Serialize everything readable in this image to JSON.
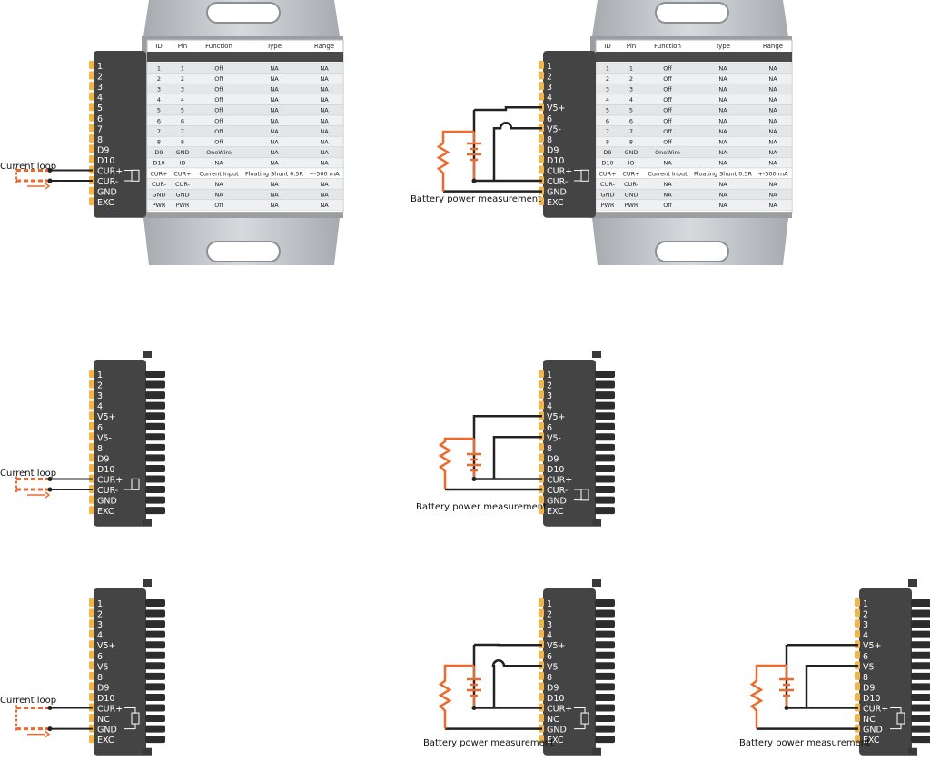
{
  "pin_labels_v1": [
    "1",
    "2",
    "3",
    "4",
    "5",
    "6",
    "7",
    "8",
    "D9",
    "D10",
    "CUR+",
    "CUR-",
    "GND",
    "EXC"
  ],
  "pin_labels_v2": [
    "1",
    "2",
    "3",
    "4",
    "V5+",
    "6",
    "V5-",
    "8",
    "D9",
    "D10",
    "CUR+",
    "CUR-",
    "GND",
    "EXC"
  ],
  "pin_labels_v3": [
    "1",
    "2",
    "3",
    "4",
    "V5+",
    "6",
    "V5-",
    "8",
    "D9",
    "D10",
    "CUR+",
    "NC",
    "GND",
    "EXC"
  ],
  "captions": {
    "current_loop": "Current loop",
    "battery": "Battery power measurement"
  },
  "table": {
    "headers": [
      "ID",
      "Pin",
      "Function",
      "Type",
      "Range"
    ],
    "rows_left": [
      [
        "1",
        "1",
        "Off",
        "NA",
        "NA"
      ],
      [
        "2",
        "2",
        "Off",
        "NA",
        "NA"
      ],
      [
        "3",
        "3",
        "Off",
        "NA",
        "NA"
      ],
      [
        "4",
        "4",
        "Off",
        "NA",
        "NA"
      ],
      [
        "5",
        "5",
        "Off",
        "NA",
        "NA"
      ],
      [
        "6",
        "6",
        "Off",
        "NA",
        "NA"
      ],
      [
        "7",
        "7",
        "Off",
        "NA",
        "NA"
      ],
      [
        "8",
        "8",
        "Off",
        "NA",
        "NA"
      ],
      [
        "D9",
        "GND",
        "OneWire",
        "NA",
        "NA"
      ],
      [
        "D10",
        "ID",
        "NA",
        "NA",
        "NA"
      ],
      [
        "CUR+",
        "CUR+",
        "Current Input",
        "Floating Shunt 0.5R",
        "+-500 mA"
      ],
      [
        "CUR-",
        "CUR-",
        "NA",
        "NA",
        "NA"
      ],
      [
        "GND",
        "GND",
        "NA",
        "NA",
        "NA"
      ],
      [
        "PWR",
        "PWR",
        "Off",
        "NA",
        "NA"
      ]
    ],
    "rows_right": [
      [
        "1",
        "1",
        "Off",
        "NA",
        "NA"
      ],
      [
        "2",
        "2",
        "Off",
        "NA",
        "NA"
      ],
      [
        "3",
        "3",
        "Off",
        "NA",
        "NA"
      ],
      [
        "4",
        "4",
        "Off",
        "NA",
        "NA"
      ],
      [
        "5",
        "5",
        "Off",
        "NA",
        "NA"
      ],
      [
        "6",
        "6",
        "Off",
        "NA",
        "NA"
      ],
      [
        "7",
        "7",
        "Off",
        "NA",
        "NA"
      ],
      [
        "8",
        "8",
        "Off",
        "NA",
        "NA"
      ],
      [
        "D9",
        "GND",
        "OneWire",
        "NA",
        "NA"
      ],
      [
        "D10",
        "IO",
        "NA",
        "NA",
        "NA"
      ],
      [
        "CUR+",
        "CUR+",
        "Current Input",
        "Floating Shunt 0.5R",
        "+-500 mA"
      ],
      [
        "CUR-",
        "CUR-",
        "NA",
        "NA",
        "NA"
      ],
      [
        "GND",
        "GND",
        "NA",
        "NA",
        "NA"
      ],
      [
        "PWR",
        "PWR",
        "Off",
        "NA",
        "NA"
      ]
    ]
  },
  "colors": {
    "orange": "#ee6a2c",
    "connector": "#444444",
    "pin_gold": "#f2b54b",
    "wire": "#222222",
    "housing": "#b8bcc0"
  }
}
